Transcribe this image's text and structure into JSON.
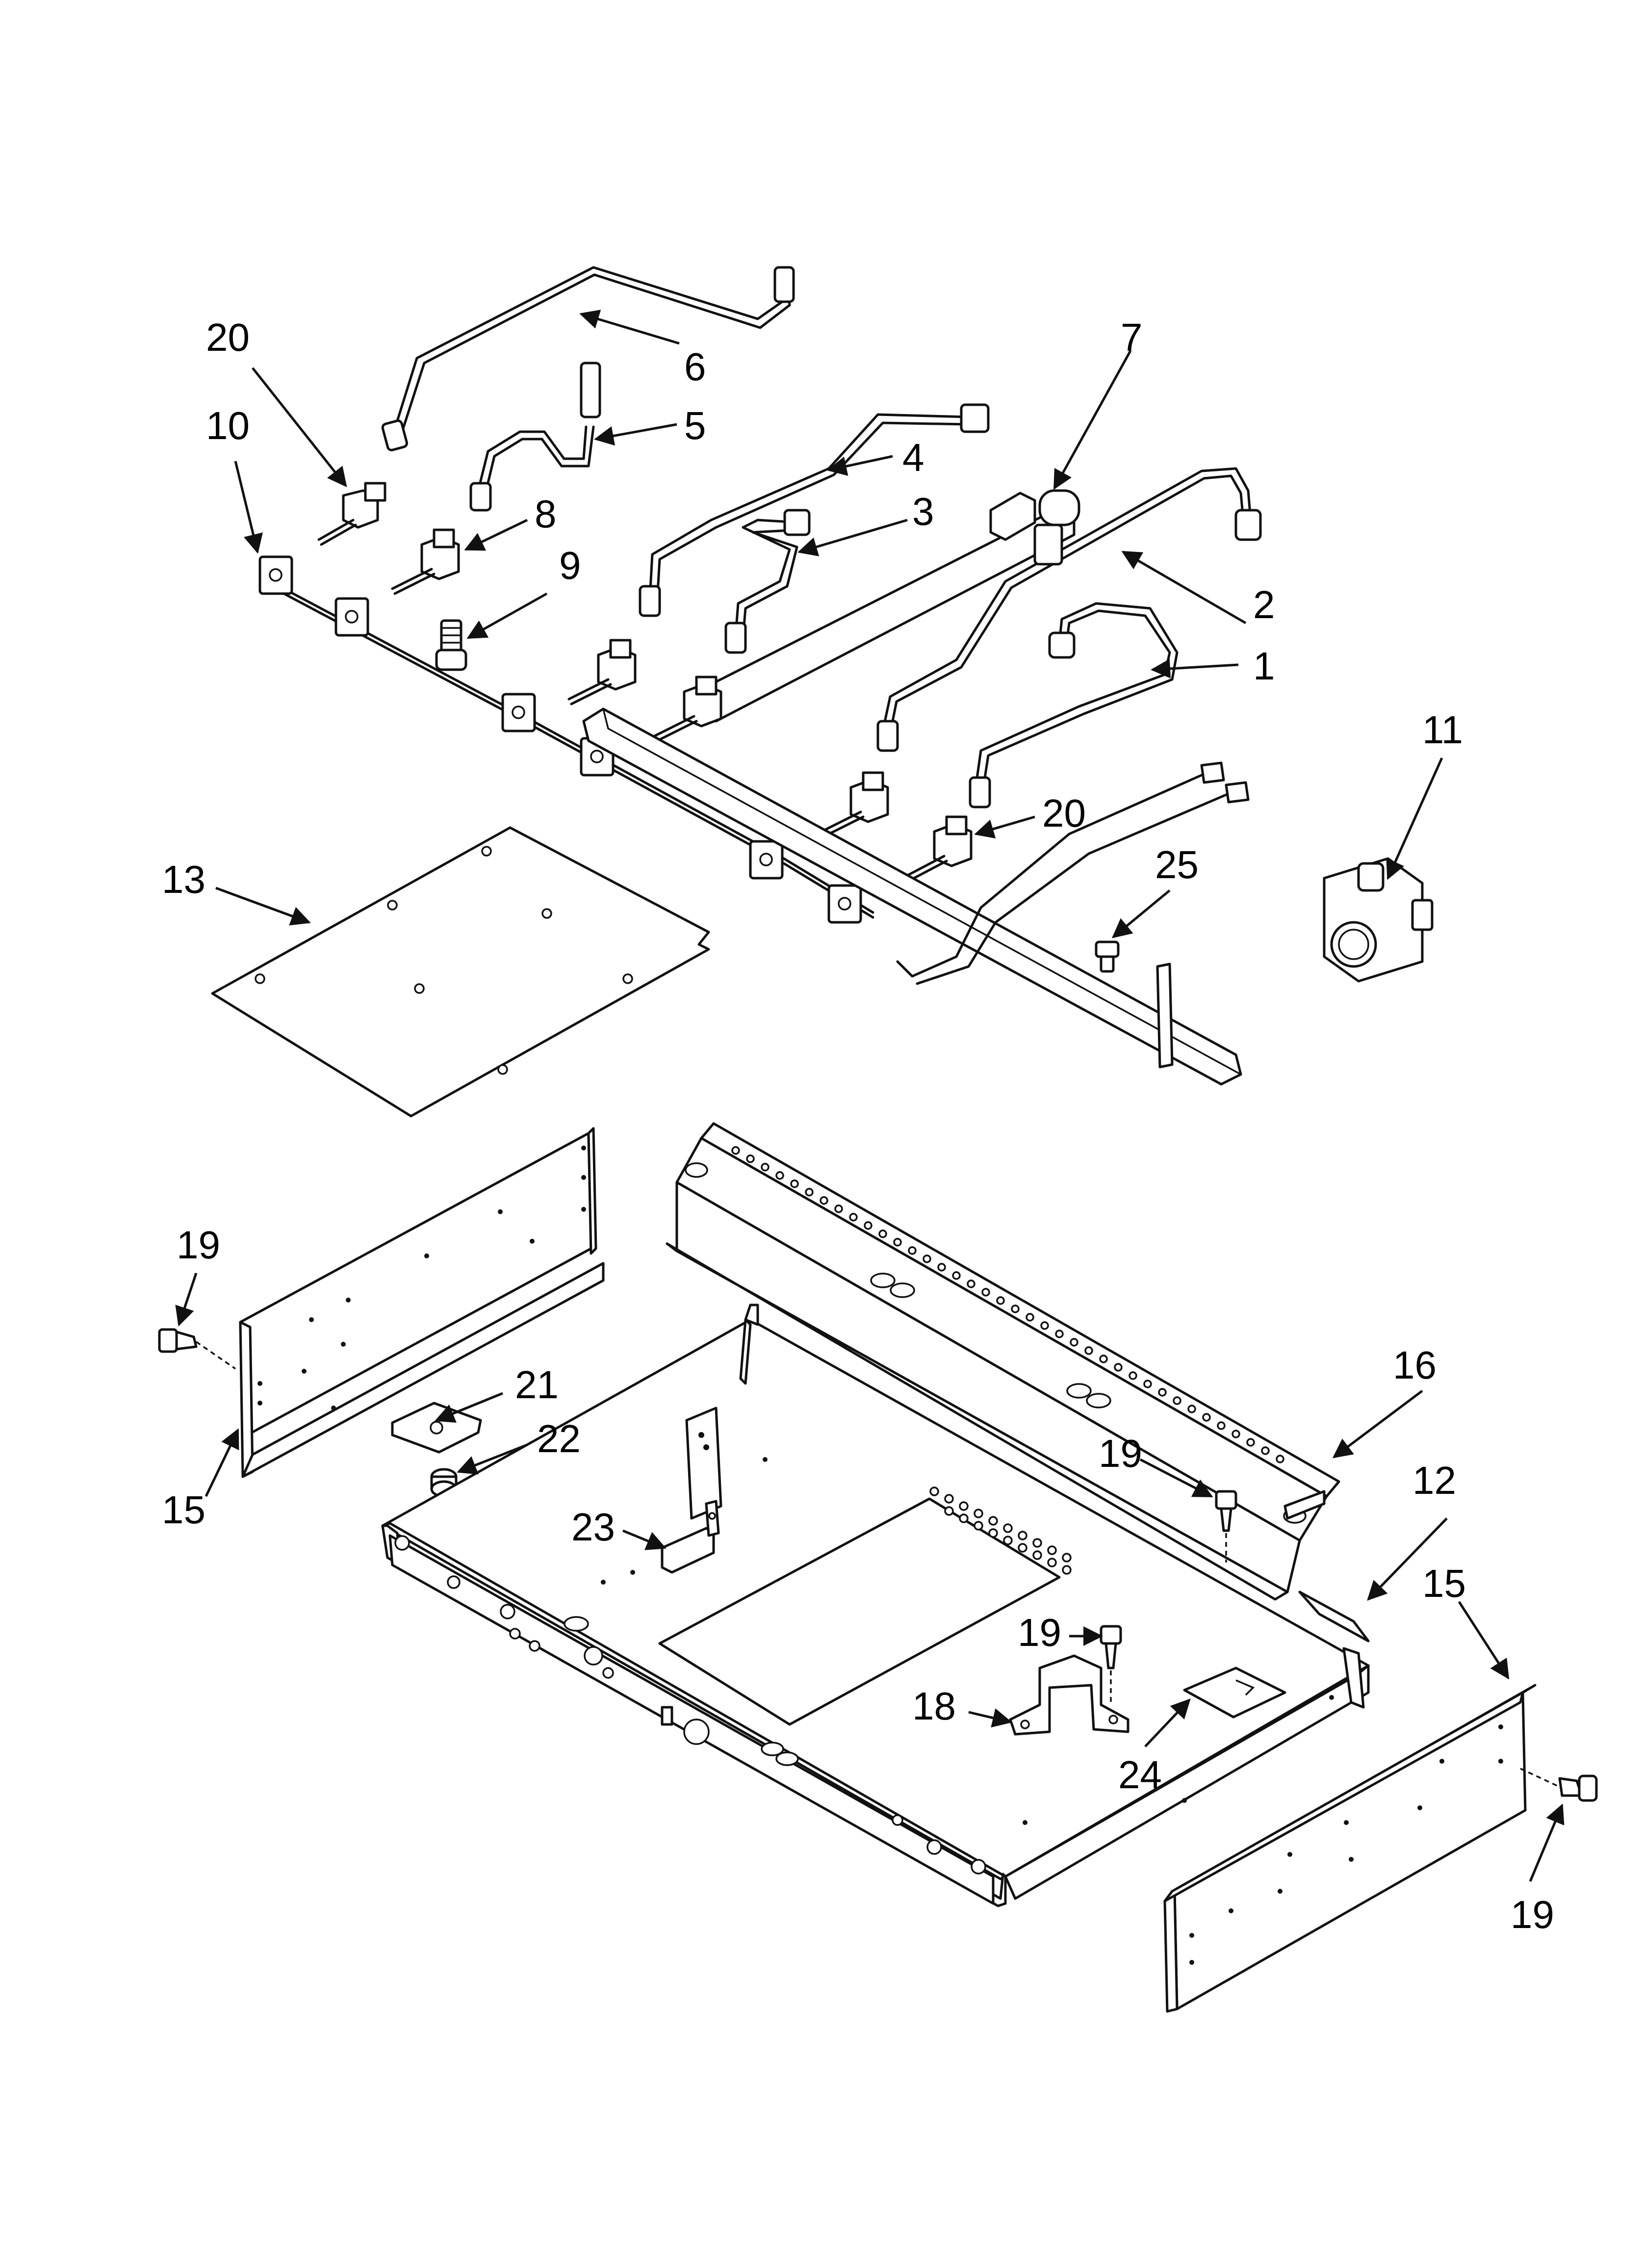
{
  "callouts": {
    "c1": "1",
    "c2": "2",
    "c3": "3",
    "c4": "4",
    "c5": "5",
    "c6": "6",
    "c7": "7",
    "c8": "8",
    "c9": "9",
    "c10": "10",
    "c11": "11",
    "c12": "12",
    "c13": "13",
    "c15a": "15",
    "c15b": "15",
    "c16": "16",
    "c18": "18",
    "c19a": "19",
    "c19b": "19",
    "c19c": "19",
    "c19d": "19",
    "c20a": "20",
    "c20b": "20",
    "c21": "21",
    "c22": "22",
    "c23": "23",
    "c24": "24",
    "c25": "25"
  }
}
